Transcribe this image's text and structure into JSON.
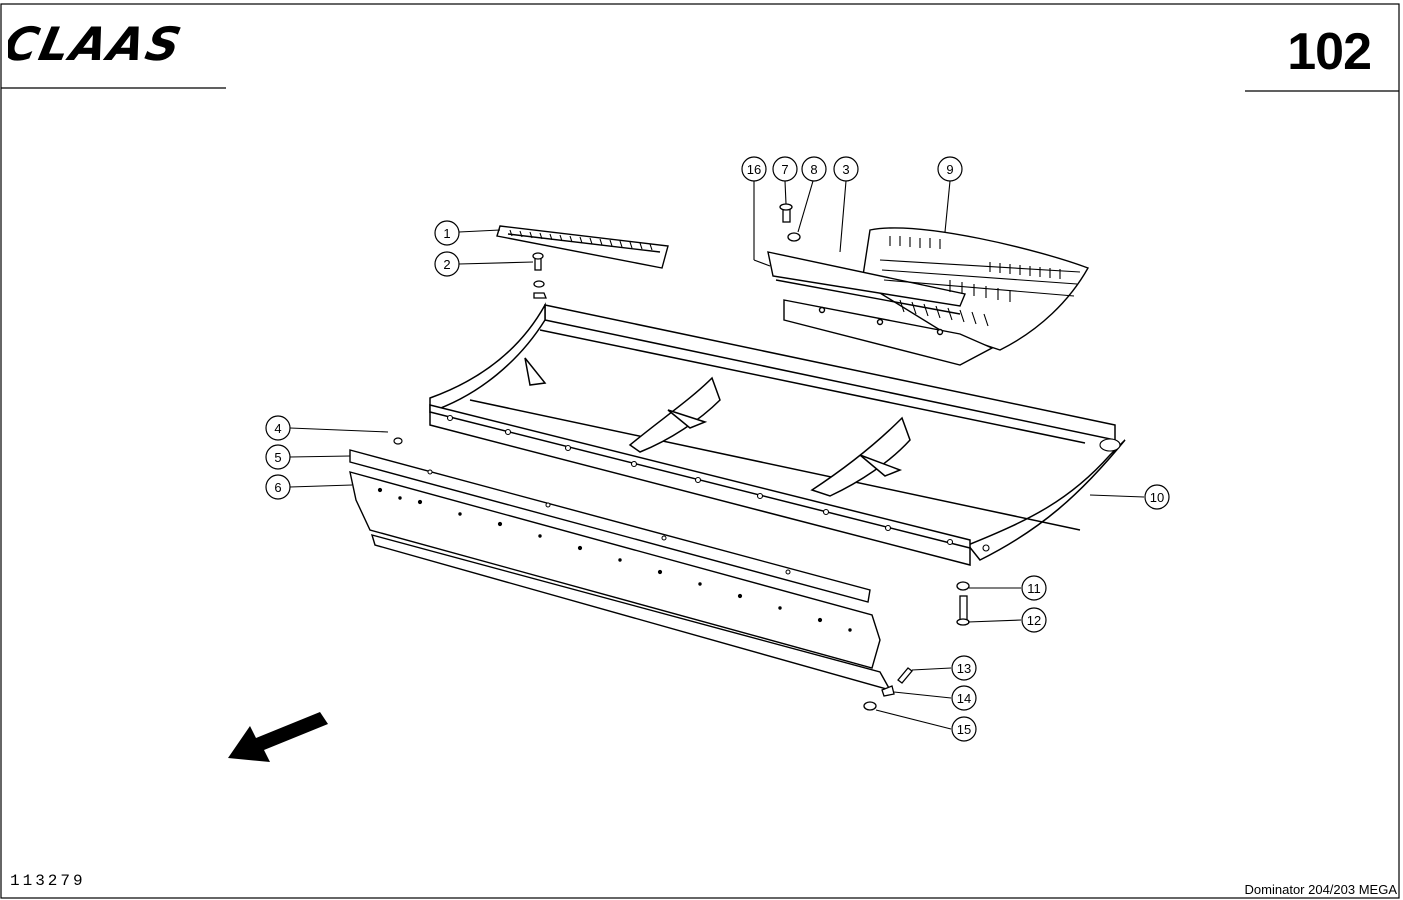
{
  "header": {
    "brand": "CLAAS",
    "page_number": "102"
  },
  "footer": {
    "drawing_number": "113279",
    "model": "Dominator 204/203 MEGA"
  },
  "callouts": [
    "1",
    "2",
    "3",
    "4",
    "5",
    "6",
    "7",
    "8",
    "9",
    "10",
    "11",
    "12",
    "13",
    "14",
    "15",
    "16"
  ]
}
